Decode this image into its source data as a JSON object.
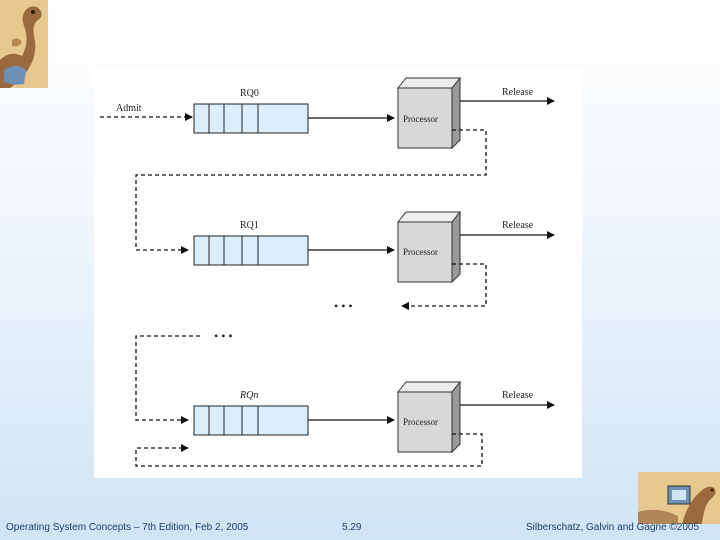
{
  "diagram": {
    "queues": [
      {
        "label": "RQ0",
        "admit_label": "Admit",
        "release_label": "Release"
      },
      {
        "label": "RQ1",
        "release_label": "Release"
      },
      {
        "label": "RQn",
        "release_label": "Release"
      }
    ],
    "processor_label": "Processor",
    "ellipsis": "• • •"
  },
  "footer": {
    "left": "Operating System Concepts – 7th Edition, Feb 2, 2005",
    "center": "5.29",
    "right": "Silberschatz, Galvin and Gagne ©2005"
  },
  "colors": {
    "queue_fill": "#dceefc",
    "processor_fill": "#d8d8d8",
    "footer_text": "#1f3f6a"
  },
  "icons": {
    "top_logo": "dinosaur-logo-icon",
    "bottom_logo": "dinosaur-computer-logo-icon"
  }
}
